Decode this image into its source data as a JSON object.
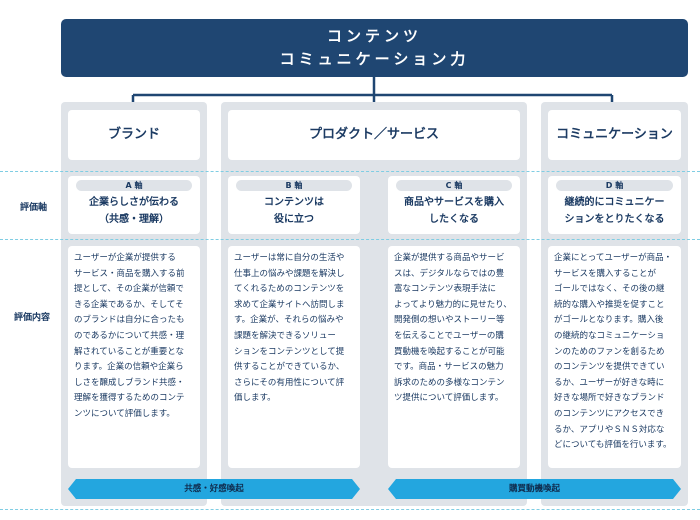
{
  "header": {
    "line1": "コンテンツ",
    "line2": "コミュニケーション力"
  },
  "categories": [
    "ブランド",
    "プロダクト／サービス",
    "コミュニケーション"
  ],
  "side_labels": {
    "axis": "評価軸",
    "content": "評価内容"
  },
  "axes": [
    {
      "id": "A 軸",
      "text": "企業らしさが伝わる\n（共感・理解）"
    },
    {
      "id": "B 軸",
      "text": "コンテンツは\n役に立つ"
    },
    {
      "id": "C 軸",
      "text": "商品やサービスを購入\nしたくなる"
    },
    {
      "id": "D 軸",
      "text": "継続的にコミュニケー\nションをとりたくなる"
    }
  ],
  "descriptions": [
    "ユーザーが企業が提供する\nサービス・商品を購入する前\n提として、その企業が信頼で\nきる企業であるか、そしてそ\nのブランドは自分に合ったも\nのであるかについて共感・理\n解されていることが重要とな\nります。企業の信頼や企業ら\nしさを醸成しブランド共感・\n理解を獲得するためのコンテ\nンツについて評価します。",
    "ユーザーは常に自分の生活や\n仕事上の悩みや課題を解決し\nてくれるためのコンテンツを\n求めて企業サイトへ訪問しま\nす。企業が、それらの悩みや\n課題を解決できるソリュー\nションをコンテンツとして提\n供することができているか、\nさらにその有用性について評\n価します。",
    "企業が提供する商品やサービ\nスは、デジタルならではの豊\n富なコンテンツ表現手法に\nよってより魅力的に見せたり、\n開発側の想いやストーリー等\nを伝えることでユーザーの購\n買動機を喚起することが可能\nです。商品・サービスの魅力\n訴求のための多様なコンテン\nツ提供について評価します。",
    "企業にとってユーザーが商品・\nサービスを購入することが\nゴールではなく、その後の継\n続的な購入や推奨を促すこと\nがゴールとなります。購入後\nの継続的なコミュニケーショ\nンのためのファンを創るため\nのコンテンツを提供できてい\nるか、ユーザーが好きな時に\n好きな場所で好きなブランド\nのコンテンツにアクセスでき\nるか、アプリやＳＮＳ対応な\nどについても評価を行います。"
  ],
  "banners": [
    "共感・好感喚起",
    "購買動機喚起"
  ],
  "colors": {
    "header": "#1f4672",
    "column": "#dfe3e8",
    "banner": "#23a6df",
    "dashed": "#7fcde3"
  }
}
